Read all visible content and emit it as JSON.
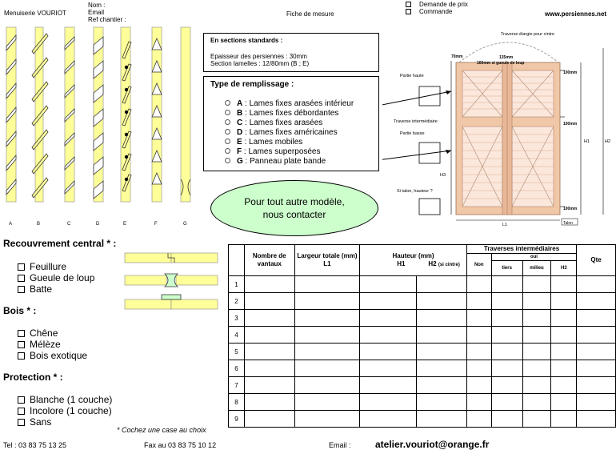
{
  "header": {
    "company": "Menuiserie VOURIOT",
    "fields": [
      "Nom :",
      "Email",
      "Ref chantier :"
    ],
    "title": "Fiche de mesure",
    "requests": [
      "Demande de prix",
      "Commande"
    ],
    "website": "www.persiennes.net"
  },
  "profiles": {
    "labels": [
      "A",
      "B",
      "C",
      "D",
      "E",
      "F",
      "G"
    ]
  },
  "standards_box": {
    "title": "En sections standards :",
    "lines": [
      "Epaisseur des persiennes : 30mm",
      "Section lamelles : 12/80mm (B ; E)"
    ]
  },
  "fill_box": {
    "title": "Type de remplissage :",
    "items": [
      {
        "letter": "A",
        "text": " : Lames fixes arasées intérieur"
      },
      {
        "letter": "B",
        "text": " : Lames fixes débordantes"
      },
      {
        "letter": "C",
        "text": " : Lames fixes arasées"
      },
      {
        "letter": "D",
        "text": " : Lames fixes américaines"
      },
      {
        "letter": "E",
        "text": " : Lames mobiles"
      },
      {
        "letter": "F",
        "text": " : Lames superposées"
      },
      {
        "letter": "G",
        "text": " : Panneau plate bande"
      }
    ]
  },
  "contact_oval": {
    "line1": "Pour tout autre modèle,",
    "line2": "nous contacter"
  },
  "diagram": {
    "labels": {
      "top_note": "Traverse élargie pour cintre",
      "partie_haute": "Partie haute",
      "traverse_inter": "Traverse intermédiaire",
      "partie_basse": "Partie basse",
      "talon_q": "Si talon, hauteur ?",
      "d70": "70mm",
      "d135": "135mm",
      "d160": "160mm si gueule de loup",
      "d100a": "100mm",
      "d100b": "100mm",
      "d100c": "100mm",
      "h1": "H1",
      "h2": "H2",
      "h3": "H3",
      "l1": "L1",
      "talon": "Talon"
    }
  },
  "recouvrement": {
    "title": "Recouvrement central * :",
    "options": [
      "Feuillure",
      "Gueule de loup",
      "Batte"
    ]
  },
  "bois": {
    "title": "Bois * :",
    "options": [
      "Chêne",
      "Mélèze",
      "Bois exotique"
    ]
  },
  "protection": {
    "title": "Protection * :",
    "options": [
      "Blanche (1 couche)",
      "Incolore (1 couche)",
      "Sans"
    ]
  },
  "note": "* Cochez une case au choix",
  "table": {
    "col_nb": "Nombre de vantaux",
    "col_larg": "Largeur totale (mm) L1",
    "col_haut": "Hauteur (mm)",
    "col_h1": "H1",
    "col_h2": "H2",
    "col_h2_note": "(si cintre)",
    "col_trav": "Traverses intermédiaires",
    "col_oui": "oui",
    "col_non": "Non",
    "col_tiers": "tiers",
    "col_milieu": "milieu",
    "col_h3": "H3",
    "col_qte": "Qte",
    "rows": [
      "1",
      "2",
      "3",
      "4",
      "5",
      "6",
      "7",
      "8",
      "9"
    ]
  },
  "footer": {
    "tel": "Tel : 03 83 75 13 25",
    "fax": "Fax au 03 83 75 10 12",
    "email_label": "Email :",
    "email": "atelier.vouriot@orange.fr"
  }
}
